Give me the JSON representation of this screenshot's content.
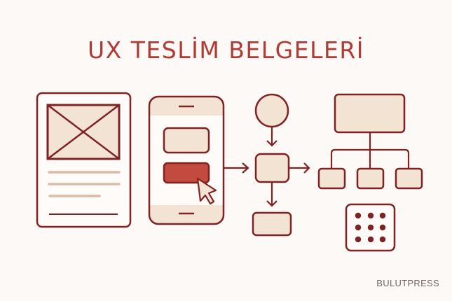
{
  "title": "UX TESLİM BELGELERİ",
  "brand": "BULUTPRESS",
  "colors": {
    "background": "#fdf9f6",
    "stroke": "#7f2224",
    "fill_light": "#f3e3d3",
    "accent_button": "#c24a3f",
    "title": "#b13a35",
    "text_lines": "#dcbba8",
    "brand_text": "#6f6466"
  },
  "illustrations": [
    {
      "name": "wireframe-document",
      "elements": [
        "image-placeholder",
        "text-line",
        "text-line",
        "text-line",
        "divider-line"
      ]
    },
    {
      "name": "mobile-prototype",
      "elements": [
        "top-bar",
        "button-secondary",
        "button-primary",
        "cursor",
        "bottom-bar"
      ]
    },
    {
      "name": "user-flow",
      "elements": [
        "start-circle",
        "process-box",
        "end-box"
      ]
    },
    {
      "name": "sitemap",
      "elements": [
        "root-node",
        "child-node",
        "child-node",
        "child-node"
      ]
    },
    {
      "name": "app-grid-icon",
      "dots": 9
    }
  ]
}
